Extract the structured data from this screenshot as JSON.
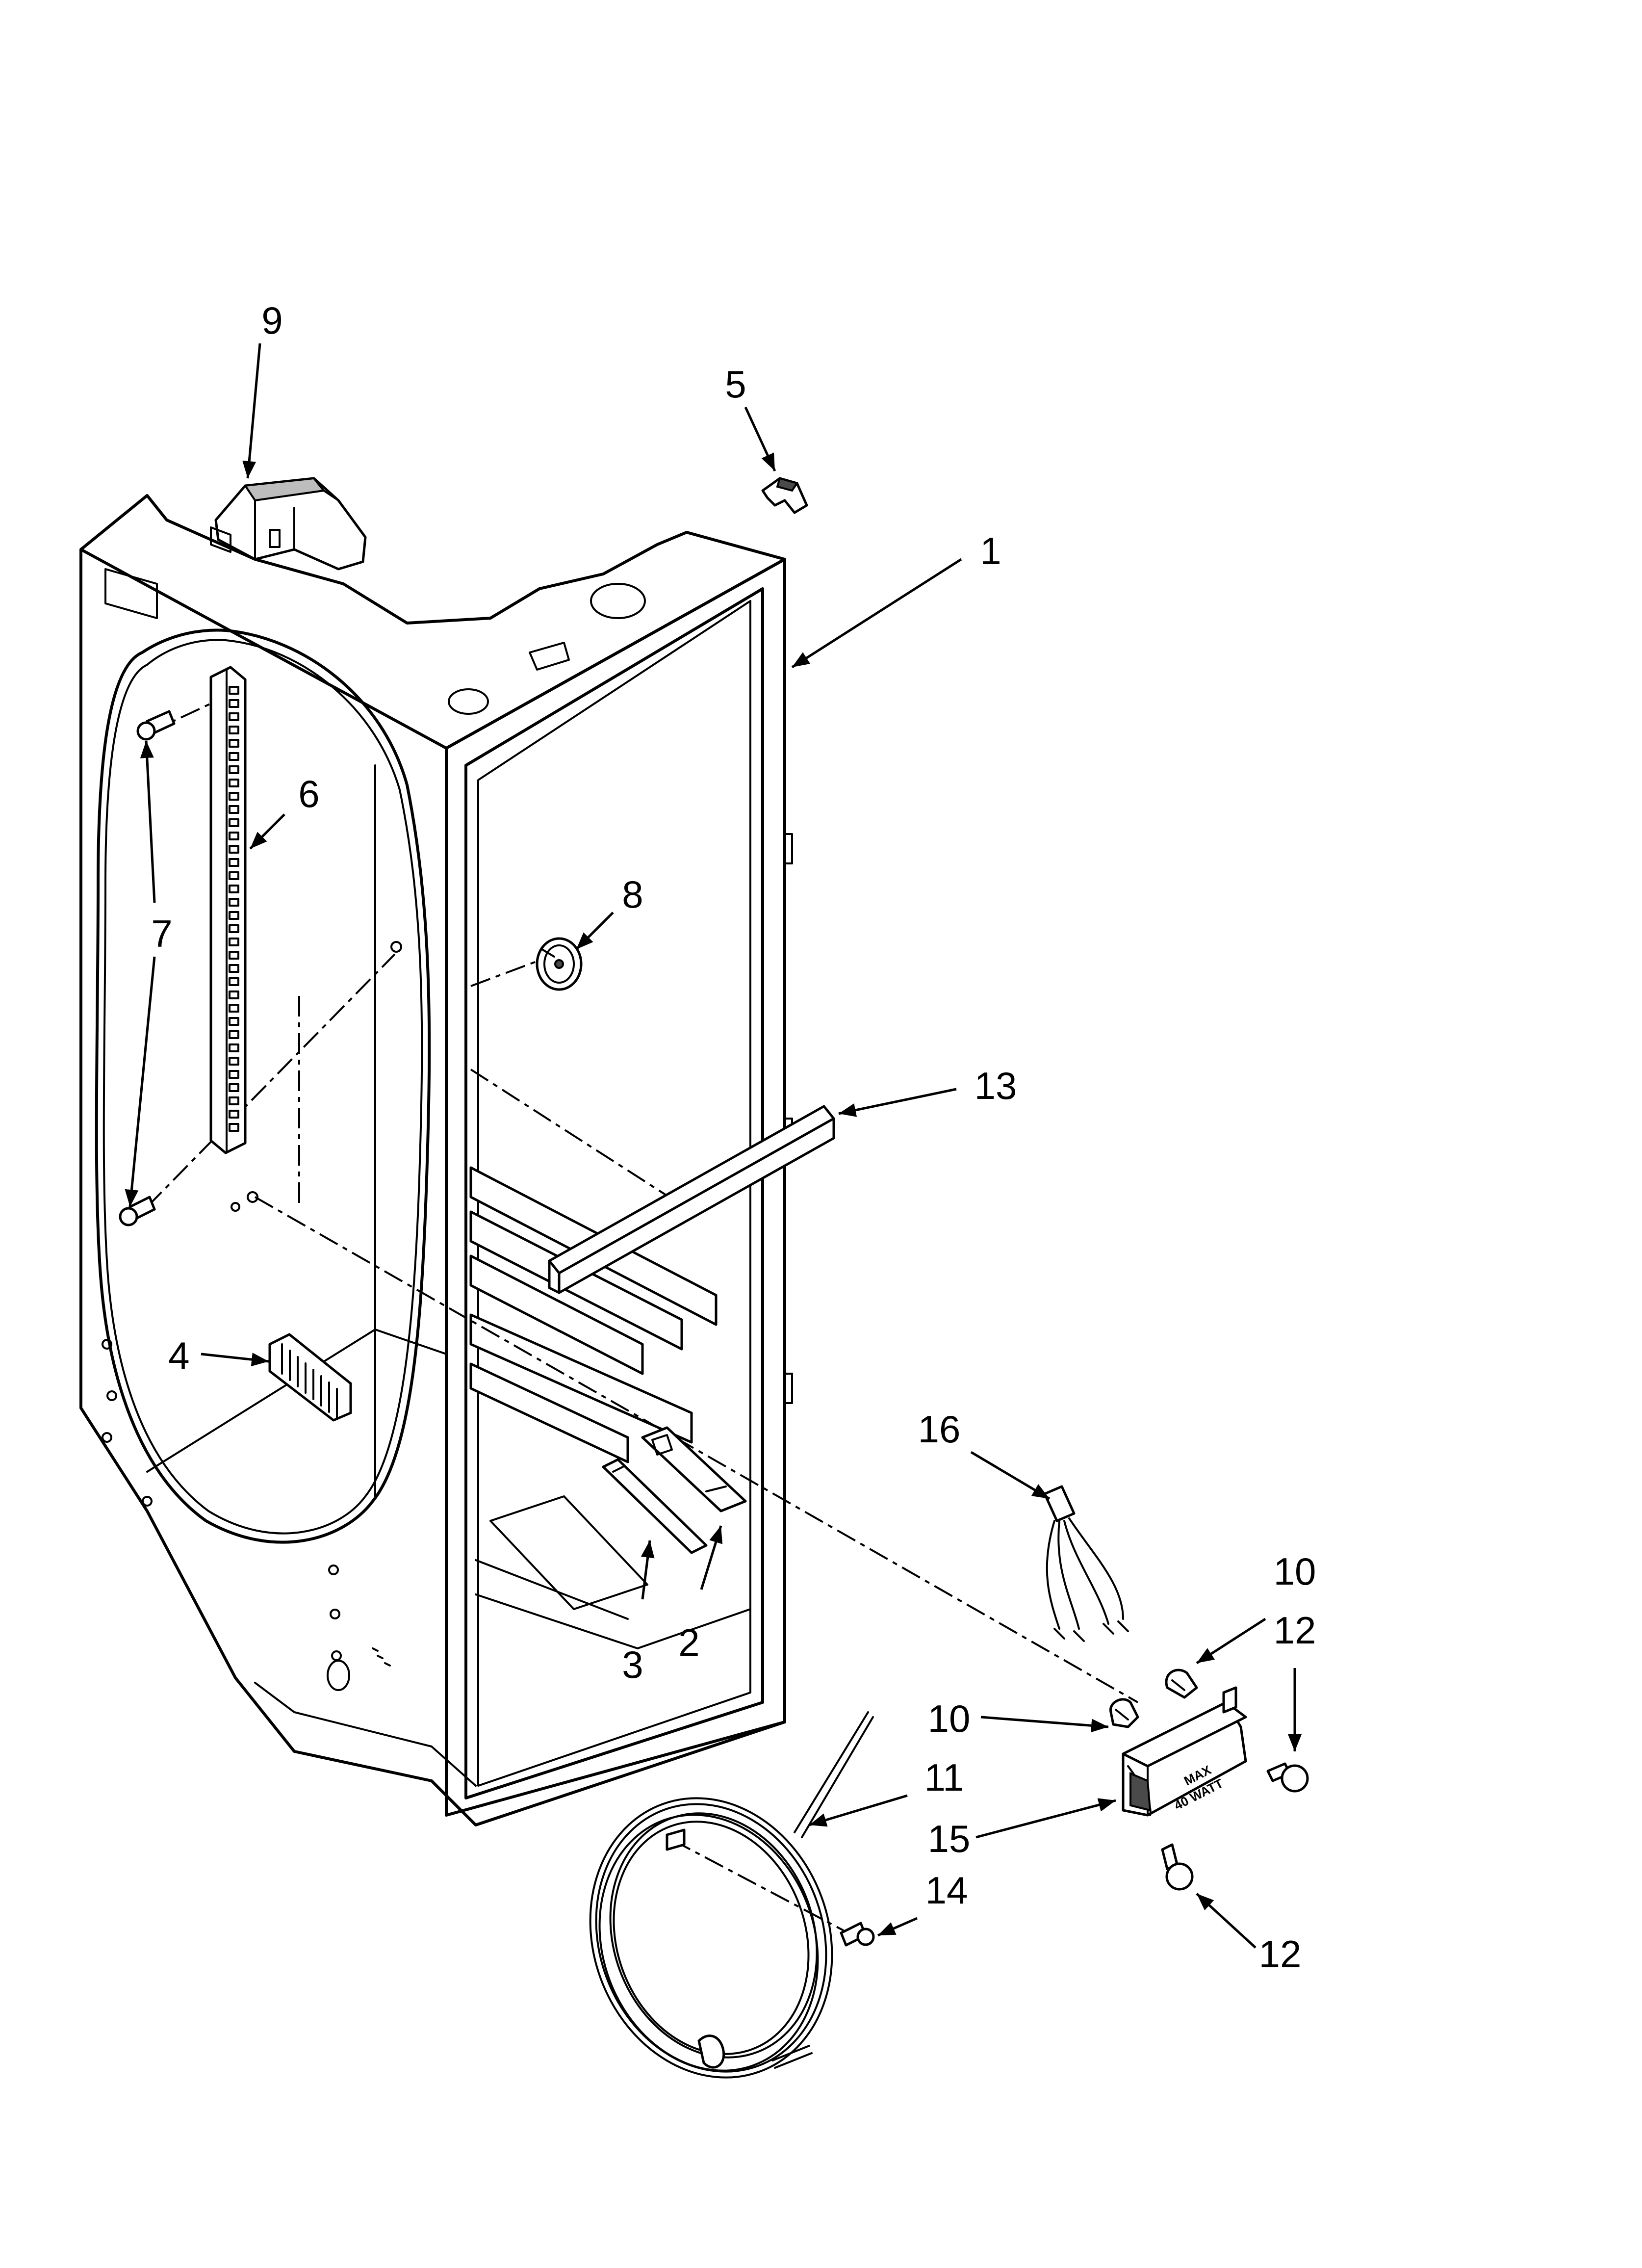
{
  "callouts": {
    "c1": "1",
    "c2": "2",
    "c3": "3",
    "c4": "4",
    "c5": "5",
    "c6": "6",
    "c7": "7",
    "c8": "8",
    "c9": "9",
    "c10a": "10",
    "c10b": "10",
    "c11": "11",
    "c12a": "12",
    "c12b": "12",
    "c13": "13",
    "c14": "14",
    "c15": "15",
    "c16": "16"
  },
  "part_labels": {
    "max": "MAX",
    "watt": "40 WATT"
  }
}
